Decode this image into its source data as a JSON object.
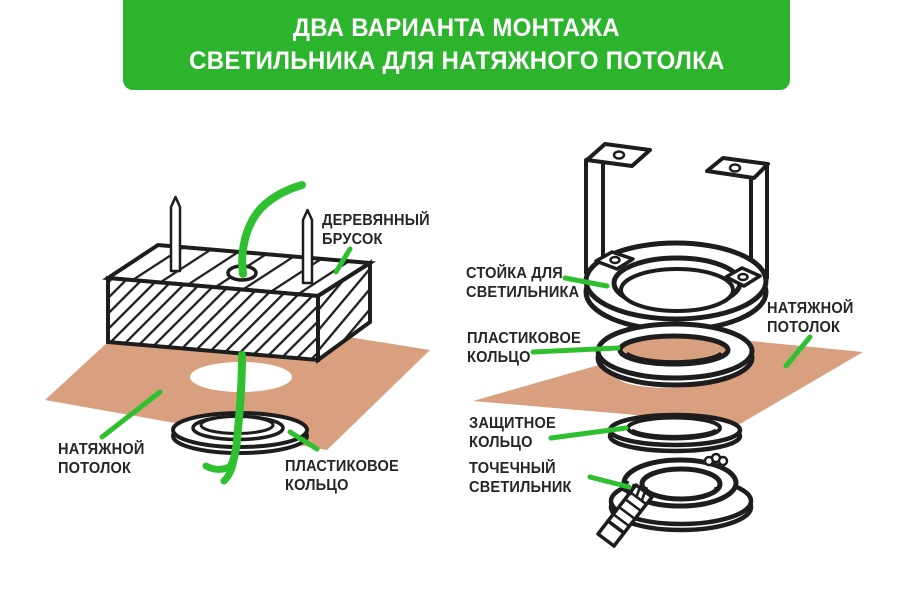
{
  "title": {
    "line1": "ДВА ВАРИАНТА МОНТАЖА",
    "line2": "СВЕТИЛЬНИКА ДЛЯ НАТЯЖНОГО ПОТОЛКА"
  },
  "colors": {
    "banner_green": "#2cb52c",
    "line_green": "#2fc02f",
    "ceiling_tan": "#d9a080",
    "ink": "#1d1d1d",
    "label_ink": "#262626"
  },
  "left_diagram": {
    "labels": {
      "wooden_block": {
        "line1": "ДЕРЕВЯННЫЙ",
        "line2": "БРУСОК"
      },
      "stretch_ceiling": {
        "line1": "НАТЯЖНОЙ",
        "line2": "ПОТОЛОК"
      },
      "plastic_ring": {
        "line1": "ПЛАСТИКОВОЕ",
        "line2": "КОЛЬЦО"
      }
    }
  },
  "right_diagram": {
    "labels": {
      "light_stand": {
        "line1": "СТОЙКА ДЛЯ",
        "line2": "СВЕТИЛЬНИКА"
      },
      "stretch_ceiling": {
        "line1": "НАТЯЖНОЙ",
        "line2": "ПОТОЛОК"
      },
      "plastic_ring": {
        "line1": "ПЛАСТИКОВОЕ",
        "line2": "КОЛЬЦО"
      },
      "protective_ring": {
        "line1": "ЗАЩИТНОЕ",
        "line2": "КОЛЬЦО"
      },
      "spot_light": {
        "line1": "ТОЧЕЧНЫЙ",
        "line2": "СВЕТИЛЬНИК"
      }
    }
  }
}
